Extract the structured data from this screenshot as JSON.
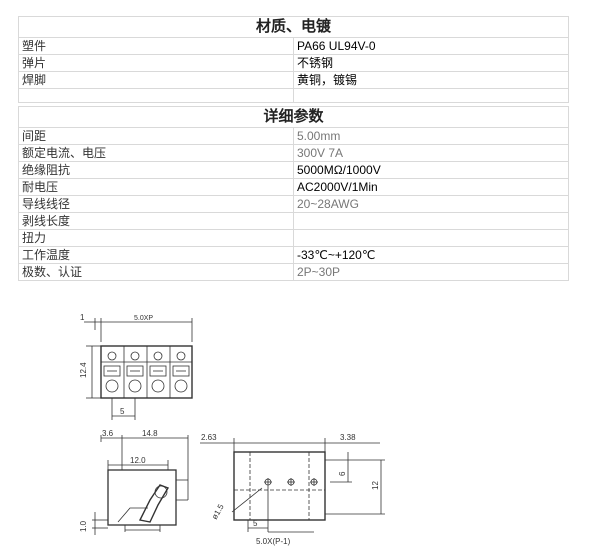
{
  "material": {
    "title": "材质、电镀",
    "rows": [
      {
        "label": "塑件",
        "value": "PA66 UL94V-0"
      },
      {
        "label": "弹片",
        "value": "不锈钢"
      },
      {
        "label": "焊脚",
        "value": "黄铜，镀锡"
      }
    ]
  },
  "params": {
    "title": "详细参数",
    "rows": [
      {
        "label": "间距",
        "value": "5.00mm"
      },
      {
        "label": "额定电流、电压",
        "value": "300V  7A"
      },
      {
        "label": "绝缘阻抗",
        "value": "5000MΩ/1000V"
      },
      {
        "label": "耐电压",
        "value": "AC2000V/1Min"
      },
      {
        "label": "导线线径",
        "value": "20~28AWG"
      },
      {
        "label": "剥线长度",
        "value": ""
      },
      {
        "label": "扭力",
        "value": ""
      },
      {
        "label": "工作温度",
        "value": "-33℃~+120℃"
      },
      {
        "label": "极数、认证",
        "value": "2P~30P"
      }
    ]
  },
  "drawing": {
    "front": {
      "dim_top": "5.0XP",
      "dim_one": "1",
      "dim_height": "12.4",
      "dim_pitch": "5"
    },
    "side": {
      "dim_a": "3.6",
      "dim_b": "14.8",
      "dim_c": "12.0",
      "dim_d": "1.0"
    },
    "bottom": {
      "dim_a": "2.63",
      "dim_b": "3.38",
      "dim_c": "6",
      "dim_d": "12",
      "dim_hole": "ø1.5",
      "dim_e": "5",
      "dim_f": "5.0X(P-1)"
    }
  }
}
